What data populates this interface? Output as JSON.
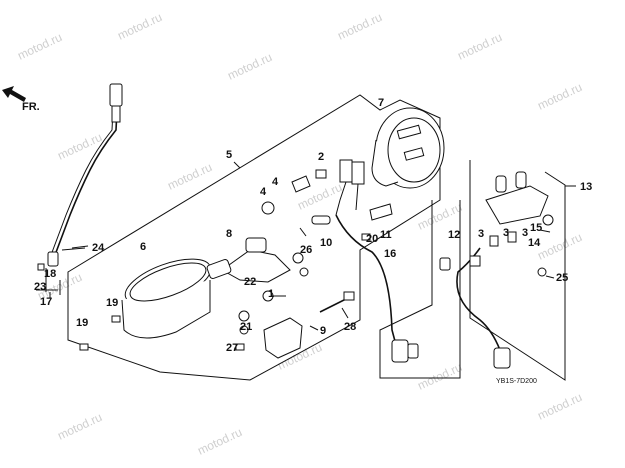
{
  "diagram": {
    "direction_label": "FR.",
    "watermark": "motod.ru",
    "drawing_code": "YB1S-7D200",
    "callouts": [
      "1",
      "2",
      "3",
      "3",
      "3",
      "4",
      "4",
      "5",
      "6",
      "7",
      "8",
      "9",
      "10",
      "11",
      "12",
      "13",
      "14",
      "15",
      "16",
      "17",
      "18",
      "19",
      "19",
      "20",
      "21",
      "22",
      "23",
      "24",
      "25",
      "26",
      "27",
      "28"
    ]
  }
}
